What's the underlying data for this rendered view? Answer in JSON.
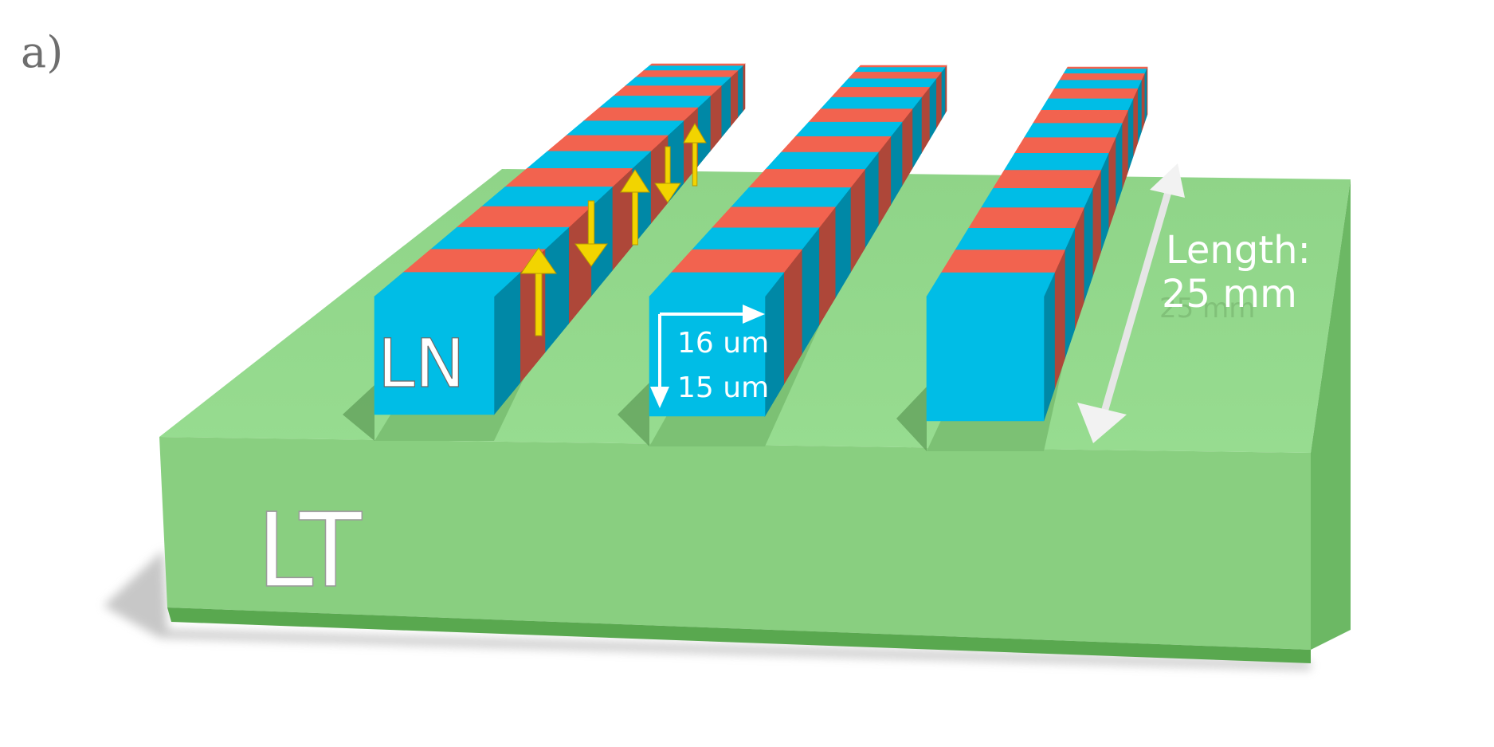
{
  "panel": {
    "label": "a)"
  },
  "substrate": {
    "label": "LT",
    "color": "#8ed085"
  },
  "waveguide": {
    "label": "LN",
    "color_blue": "#00bde6",
    "color_red": "#f2634f"
  },
  "dimensions": {
    "width": "16 um",
    "height": "15 um",
    "length_line1": "Length:",
    "length_line2": "25 mm"
  },
  "polarization_arrows": {
    "color": "#f2d400",
    "directions": [
      "up",
      "down",
      "up",
      "down",
      "up"
    ]
  }
}
